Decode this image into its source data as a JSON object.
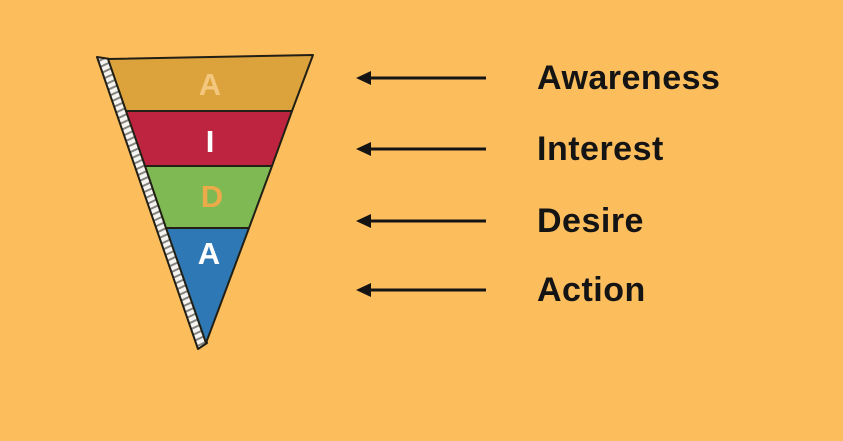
{
  "background_color": "#FCBD5D",
  "funnel": {
    "outline_color": "#221F15",
    "edge_texture": "pencil-hatch",
    "stages": [
      {
        "letter": "A",
        "label": "Awareness",
        "color": "#DCA23C",
        "letter_color": "#F3C87E"
      },
      {
        "letter": "I",
        "label": "Interest",
        "color": "#BE2440",
        "letter_color": "#FFFFFF"
      },
      {
        "letter": "D",
        "label": "Desire",
        "color": "#7FB954",
        "letter_color": "#EDAA48"
      },
      {
        "letter": "A",
        "label": "Action",
        "color": "#2E79B5",
        "letter_color": "#FFFFFF"
      }
    ]
  },
  "legend": {
    "arrow_color": "#141414",
    "text_color": "#141414"
  }
}
